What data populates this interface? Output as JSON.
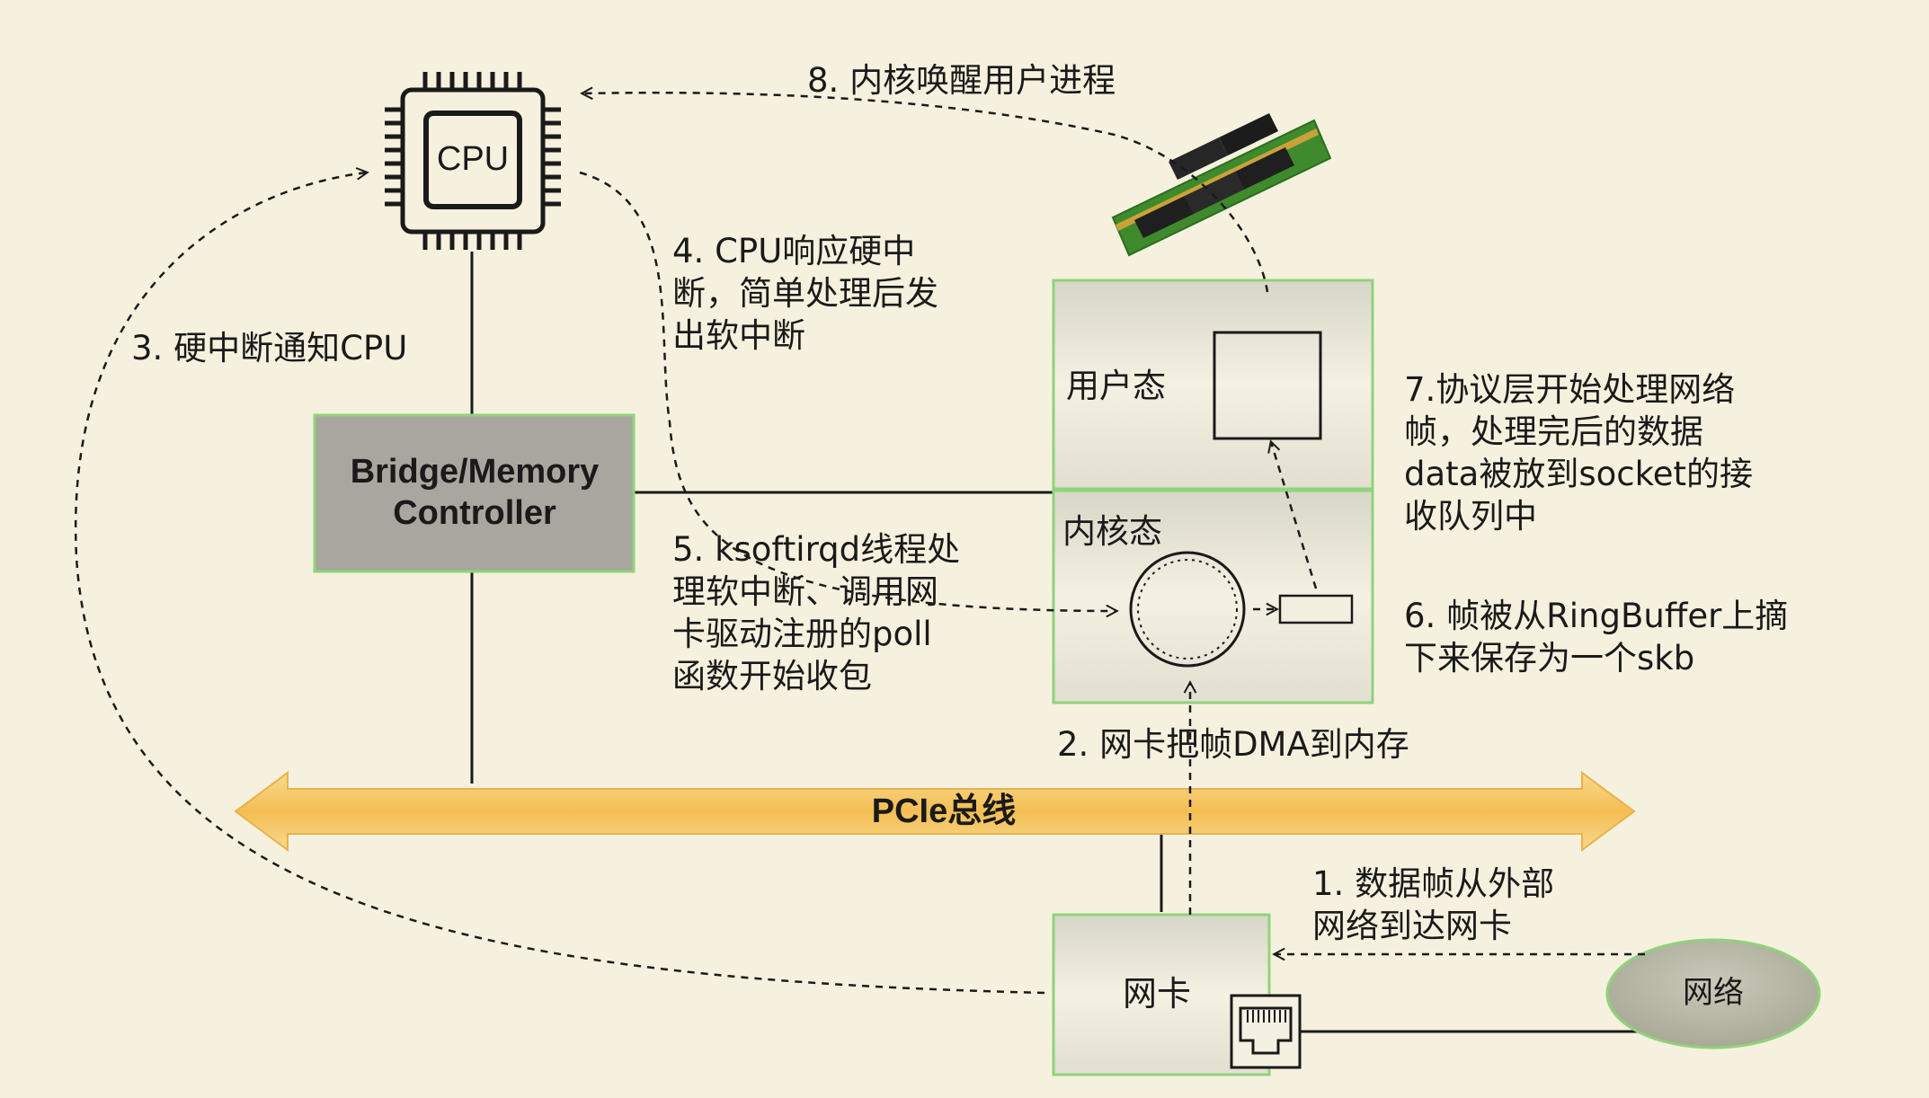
{
  "cpu": {
    "label": "CPU"
  },
  "bridge": {
    "label": "Bridge/Memory\nController"
  },
  "bus": {
    "label": "PCIe总线"
  },
  "nic": {
    "label": "网卡"
  },
  "network": {
    "label": "网络"
  },
  "memory": {
    "user_space": "用户态",
    "kernel_space": "内核态"
  },
  "steps": {
    "s1": "1. 数据帧从外部\n网络到达网卡",
    "s2": "2. 网卡把帧DMA到内存",
    "s3": "3. 硬中断通知CPU",
    "s4": "4. CPU响应硬中\n断，简单处理后发\n出软中断",
    "s5": "5. ksoftirqd线程处\n理软中断、调用网\n卡驱动注册的poll\n函数开始收包",
    "s6": "6. 帧被从RingBuffer上摘\n下来保存为一个skb",
    "s7": "7.协议层开始处理网络\n帧，处理完后的数据\ndata被放到socket的接\n收队列中",
    "s8": "8. 内核唤醒用户进程"
  },
  "colors": {
    "background": "#f6f1de",
    "box_green_border": "#8fd37a",
    "bridge_fill": "#a8a69e",
    "bus_fill": "#f7c867",
    "network_fill": "#b9b9a9"
  }
}
